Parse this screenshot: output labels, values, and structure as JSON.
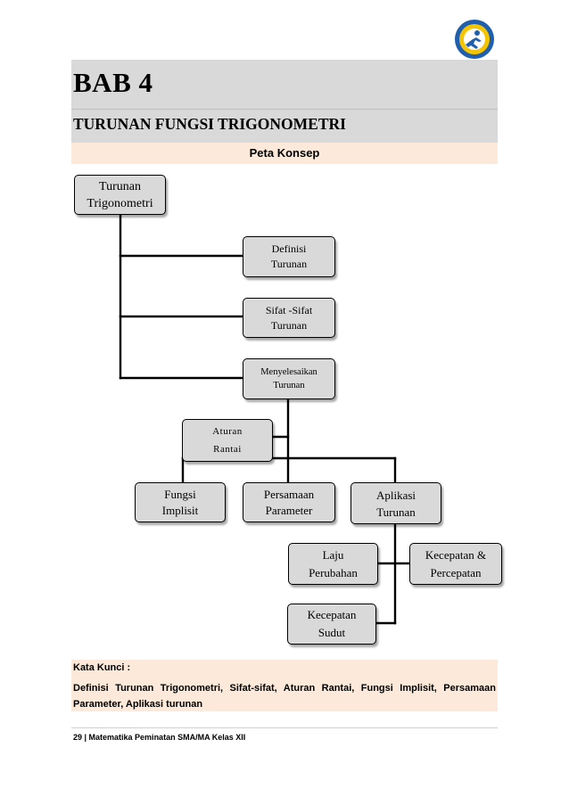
{
  "header": {
    "chapter": "BAB 4",
    "subtitle": "TURUNAN FUNGSI TRIGONOMETRI",
    "section": "Peta Konsep"
  },
  "colors": {
    "band_gray": "#d9d9d9",
    "band_peach": "#fce9d9",
    "box_fill": "#d9d9d9",
    "box_light": "#f2f2f2",
    "logo_blue": "#1f5fae",
    "logo_yellow": "#f5c400"
  },
  "icons": {
    "logo": "education-ministry-logo-icon"
  },
  "concept_map": {
    "root": "Turunan\nTrigonometri",
    "definisi": "Definisi\nTurunan",
    "sifat": "Sifat -Sifat\nTurunan",
    "menyelesaikan": "Menyelesaikan\nTurunan",
    "aturan": "Aturan\nRantai",
    "implisit": "Fungsi\nImplisit",
    "parameter": "Persamaan\nParameter",
    "aplikasi": "Aplikasi\nTurunan",
    "laju": "Laju\nPerubahan",
    "kecepatan_percepatan": "Kecepatan &\nPercepatan",
    "kecepatan_sudut": "Kecepatan\nSudut"
  },
  "keywords": {
    "title": "Kata Kunci :",
    "text": "Definisi Turunan Trigonometri, Sifat-sifat, Aturan Rantai, Fungsi Implisit, Persamaan Parameter, Aplikasi turunan"
  },
  "footer": {
    "text": "29 | Matematika Peminatan SMA/MA Kelas XII"
  }
}
